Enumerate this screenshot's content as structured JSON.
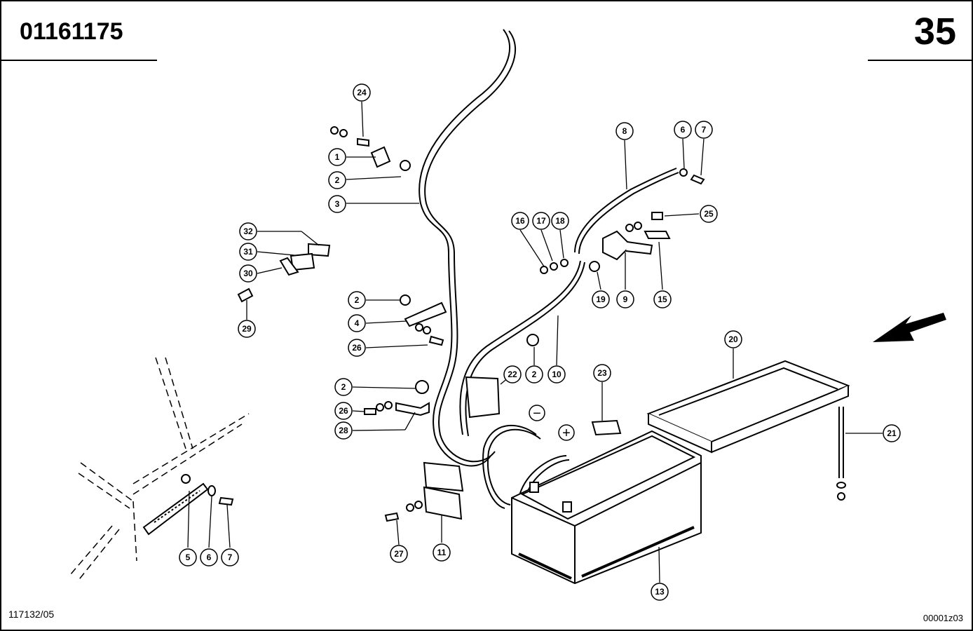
{
  "header": {
    "doc_number": "01161175",
    "page_number": "35"
  },
  "footer": {
    "left_code": "117132/05",
    "right_code": "00001z03"
  },
  "callouts": {
    "c1": "1",
    "c2a": "2",
    "c2b": "2",
    "c2c": "2",
    "c2d": "2",
    "c3": "3",
    "c4": "4",
    "c5": "5",
    "c6a": "6",
    "c6b": "6",
    "c7a": "7",
    "c7b": "7",
    "c8": "8",
    "c9": "9",
    "c10": "10",
    "c11": "11",
    "c13": "13",
    "c15": "15",
    "c16": "16",
    "c17": "17",
    "c18": "18",
    "c19": "19",
    "c20": "20",
    "c21": "21",
    "c22": "22",
    "c23": "23",
    "c24": "24",
    "c25": "25",
    "c26a": "26",
    "c26b": "26",
    "c27": "27",
    "c28": "28",
    "c29": "29",
    "c30": "30",
    "c31": "31",
    "c32": "32"
  },
  "symbols": {
    "minus": "−",
    "plus": "+"
  }
}
